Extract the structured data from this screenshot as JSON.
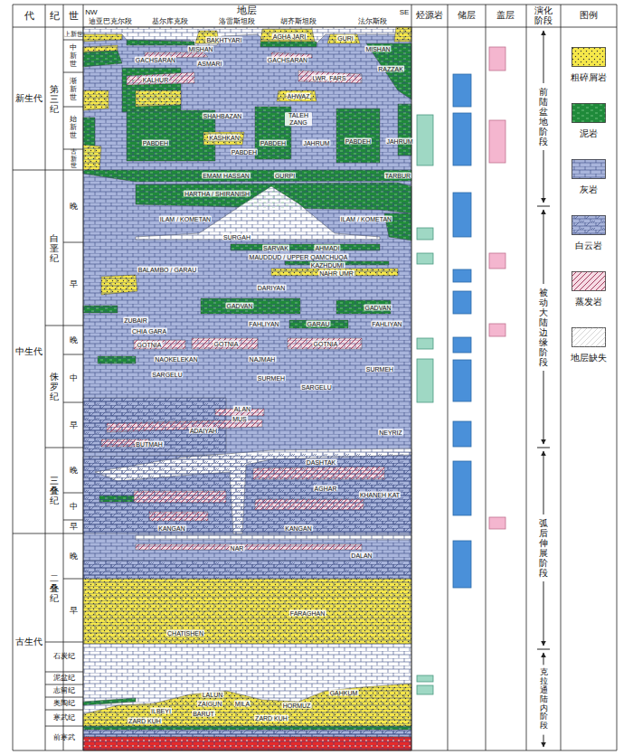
{
  "diagram": {
    "labels": [
      "代",
      "纪",
      "世",
      "地层",
      "NW",
      "迪亚巴克尔段",
      "基尔库克段",
      "洛雷斯坦段",
      "胡齐斯坦段",
      "法尔斯段",
      "SE",
      "烃源岩",
      "储层",
      "盖层",
      "演化阶段",
      "图例",
      "新生代",
      "中生代",
      "古生代",
      "第三纪",
      "上新世",
      "中新世",
      "渐新世",
      "始新世",
      "古新世",
      "白垩纪",
      "晚",
      "早",
      "侏罗纪",
      "晚",
      "中",
      "早",
      "三叠纪",
      "晚",
      "中",
      "早",
      "二叠纪",
      "晚",
      "早",
      "石炭纪",
      "泥盆纪",
      "志留纪",
      "奥陶纪",
      "寒武纪",
      "前寒武",
      "BAKHTYARI",
      "AGHA JARI",
      "GURI",
      "MISHAN",
      "MISHAN",
      "GACHSARAN",
      "ASMARI",
      "GACHSARAN",
      "RAZZAK",
      "KALHUR",
      "LWR. FARS",
      "AHWAZ",
      "SHAHBAZAN",
      "TALEH ZANG",
      "KASHKAN",
      "PABDEH",
      "PABDEH",
      "PABDEH",
      "JAHRUM",
      "PABDEH",
      "JAHRUM",
      "EMAM HASSAN",
      "GURPI",
      "TARBUR",
      "HARTHA / SHIRANISH",
      "ILAM / KOMETAN",
      "ILAM / KOMETAN",
      "SURGAH",
      "SARVAK",
      "AHMADI",
      "MAUDDUD / UPPER QAMCHUQA",
      "KAZHDUMI",
      "NAHR UMR",
      "BALAMBO / GARAU",
      "DARIYAN",
      "GADVAN",
      "GADVAN",
      "ZUBAIR",
      "FAHLIYAN",
      "GARAU",
      "FAHLIYAN",
      "CHIA GARA",
      "GOTNIA",
      "GOTNIA",
      "GOTNIA",
      "NAOKELEKAN",
      "NAJMAH",
      "SURMEH",
      "SARGELU",
      "SURMEH",
      "SARGELU",
      "ALAN",
      "MUS",
      "ADAIYAH",
      "NEYRIZ",
      "BUTMAH",
      "DASHTAK",
      "AGHAR",
      "KHANEH KAT",
      "KANGAN",
      "KANGAN",
      "NAR",
      "DALAN",
      "FARAGHAN",
      "CHATISHEN",
      "GAHKUM",
      "LALUN",
      "ZAIGUN",
      "MILA",
      "HORMUZ",
      "ILBEYI",
      "BARUT",
      "ZARD KUH",
      "ZARD KUH",
      "前陆盆地阶段",
      "被动大陆边缘阶段",
      "弧后伸展阶段",
      "克拉通陆内阶段"
    ],
    "legend": [
      {
        "text": "粗碎屑岩",
        "color": "#f6e84a"
      },
      {
        "text": "泥岩",
        "color": "#1f8a3a"
      },
      {
        "text": "灰岩",
        "color": "#a9b5dc"
      },
      {
        "text": "白云岩",
        "color": "#a9b5dc"
      },
      {
        "text": "蒸发岩",
        "color": "#f6dbe4"
      },
      {
        "text": "地层缺失",
        "color": "#ffffff"
      }
    ]
  }
}
